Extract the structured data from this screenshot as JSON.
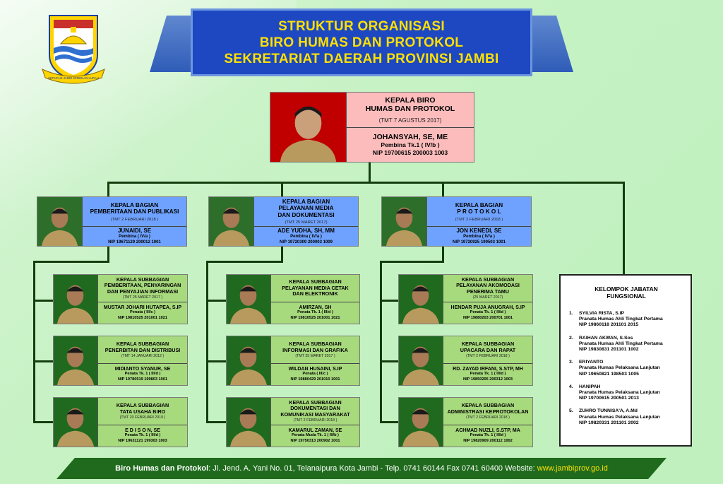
{
  "title": {
    "line1": "STRUKTUR ORGANISASI",
    "line2": "BIRO HUMAS DAN PROTOKOL",
    "line3": "SEKRETARIAT DAERAH PROVINSI JAMBI"
  },
  "logo": {
    "ribbon": "SEPUCUK JAMBI SEMBILAN LURAH"
  },
  "head": {
    "title1": "KEPALA BIRO",
    "title2": "HUMAS DAN PROTOKOL",
    "tmt": "(TMT 7 AGUSTUS 2017)",
    "name": "JOHANSYAH, SE, ME",
    "grade": "Pembina Tk.1 ( IV/b )",
    "nip": "NIP 19700615 200003 1003"
  },
  "bagian": [
    {
      "title1": "KEPALA BAGIAN",
      "title2": "PEMBERITAAN DAN PUBLIKASI",
      "title3": "",
      "tmt": "(TMT 2 FEBRUARI 2018 )",
      "name": "JUNAIDI, SE",
      "grade": "Pembina ( IV/a )",
      "nip": "NIP 19671129 200012 1001"
    },
    {
      "title1": "KEPALA BAGIAN",
      "title2": "PELAYANAN MEDIA",
      "title3": "DAN DOKUMENTASI",
      "tmt": "(TMT 25 MARET 2017)",
      "name": "ADE YUDHA, SH, MM",
      "grade": "Pembina ( IV/a )",
      "nip": "NIP 19720309 200003 1009"
    },
    {
      "title1": "KEPALA BAGIAN",
      "title2": "P R O T O K O L",
      "title3": "",
      "tmt": "(TMT 2 FEBRUARI 2018 )",
      "name": "JON KENEDI, SE",
      "grade": "Pembina ( IV/a )",
      "nip": "NIP 19720925 199503 1001"
    }
  ],
  "subbagian": [
    {
      "title1": "KEPALA SUBBAGIAN",
      "title2": "PEMBERITAAN, PENYARINGAN",
      "title3": "DAN PENYAJIAN INFORMASI",
      "tmt": "(TMT 25 MARET 2017 )",
      "name": "MUSTAR JOHARI HUTAPEA, S.IP",
      "grade": "Penata ( III/c )",
      "nip": "NIP 19810525 201001 1021"
    },
    {
      "title1": "KEPALA SUBBAGIAN",
      "title2": "PENERBITAN DAN DISTRIBUSI",
      "title3": "",
      "tmt": "(TMT 14 JANUARI 2012 )",
      "name": "MIDIANTO SYANUR, SE",
      "grade": "Penata Tk. 1 ( III/d )",
      "nip": "NIP 19780519 199803 1001"
    },
    {
      "title1": "KEPALA SUBBAGIAN",
      "title2": "TATA USAHA BIRO",
      "title3": "",
      "tmt": "(TMT 20 FEBRUARI 2019 )",
      "name": "E D I S O N, SE",
      "grade": "Penata Tk. 1 ( III/d )",
      "nip": "NIP 19631121 199303 1003"
    },
    {
      "title1": "KEPALA SUBBAGIAN",
      "title2": "PELAYANAN MEDIA CETAK",
      "title3": "DAN ELEKTRONIK",
      "tmt": "",
      "name": "AMIRZAN, SH",
      "grade": "Penata Tk. 1 ( III/d )",
      "nip": "NIP 19810525 201001 1021"
    },
    {
      "title1": "KEPALA SUBBAGIAN",
      "title2": "INFORMASI DAN GRAFIKA",
      "title3": "",
      "tmt": "(TMT 25 MARET 2017 )",
      "name": "WILDAN HUSAINI, S.IP",
      "grade": "Penata ( III/c )",
      "nip": "NIP 19880429 201010 1001"
    },
    {
      "title1": "KEPALA SUBBAGIAN",
      "title2": "DOKUMENTASI DAN",
      "title3": "KOMUNIKASI MASYARAKAT",
      "tmt": "(TMT 2 FEBRUARI 2018 )",
      "name": "KAMARUL ZAMAN, SE",
      "grade": "Penata Muda Tk. 1 ( III/b )",
      "nip": "NIP 19750313 200902 1001"
    },
    {
      "title1": "KEPALA SUBBAGIAN",
      "title2": "PELAYANAN AKOMODASI",
      "title3": "PENERIMA TAMU",
      "tmt": "(25 MARET 2017)",
      "name": "HENDAR PUJA ANUGRAH, S.IP",
      "grade": "Penata Tk. 1 ( III/d )",
      "nip": "NIP 19880203 200701 1001"
    },
    {
      "title1": "KEPALA SUBBAGIAN",
      "title2": "UPACARA DAN RAPAT",
      "title3": "",
      "tmt": "(TMT 2 FEBRUARI 2018 )",
      "name": "RD. ZAYAD IRFANI, S.STP, MH",
      "grade": "Penata Tk. 1 ( III/d )",
      "nip": "NIP 19850205 200312 1003"
    },
    {
      "title1": "KEPALA SUBBAGIAN",
      "title2": "ADMINISTRASI KEPROTOKOLAN",
      "title3": "",
      "tmt": "(TMT 2 FEBRUARI 2018 )",
      "name": "ACHMAD NUZLI, S.STP, MA",
      "grade": "Penata Tk. 1 ( III/d )",
      "nip": "NIP 19820909 200112 1002"
    }
  ],
  "fungsional": {
    "title1": "KELOMPOK JABATAN",
    "title2": "FUNGSIONAL",
    "items": [
      {
        "no": "1.",
        "name": "SYILVIA RISTA, S.IP",
        "role": "Pranata Humas Ahli Tingkat Pertama",
        "nip": "NIP 19860118 201101 2015"
      },
      {
        "no": "2.",
        "name": "RAIHAN AKWAN, S.Sos",
        "role": "Pranata Humas Ahli Tingkat Pertama",
        "nip": "NIP 19830831 201101 1002"
      },
      {
        "no": "3.",
        "name": "ERIYANTO",
        "role": "Pranata Humas Pelaksana Lanjutan",
        "nip": "NIP 19650821 198503 1005"
      },
      {
        "no": "4.",
        "name": "HANIPAH",
        "role": "Pranata Humas Pelaksana Lanjutan",
        "nip": "NIP 19700615 200501 2013"
      },
      {
        "no": "5.",
        "name": "ZUHRO TUNNISA'A, A.Md",
        "role": "Pranata Humas Pelaksana Lanjutan",
        "nip": "NIP 19820331 201101 2002"
      }
    ]
  },
  "footer": {
    "org": "Biro Humas dan Protokol",
    "address": ": Jl. Jend. A. Yani No. 01, Telanaipura Kota Jambi - Telp. 0741 60144 Fax 0741 60400 Website: ",
    "website": "www.jambiprov.go.id"
  },
  "colors": {
    "banner": "#1d48c2",
    "banner_text": "#ffe000",
    "head_box": "#fdbcbc",
    "bagian_box": "#6fa2ff",
    "subbagian_box": "#a7d97d",
    "connector": "#143d0e",
    "footer": "#1f6a1d"
  }
}
